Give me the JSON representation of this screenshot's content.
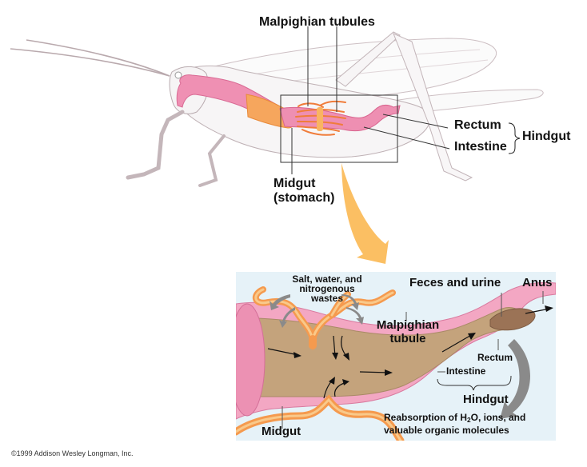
{
  "figure": {
    "title": "Grasshopper excretory system: Malpighian tubules",
    "copyright": "©1999 Addison Wesley Longman, Inc.",
    "colors": {
      "gut_pink": "#ee8fb2",
      "gut_pink_dark": "#d95f8c",
      "tubule_orange": "#f59a4e",
      "tubule_light": "#f9c98a",
      "arrow_orange": "#fbbf63",
      "panel_bg": "#e6f2f8",
      "gut_contents": "#b89a72",
      "reabsorption_arrow": "#8a8a8a",
      "outline": "#333333"
    }
  },
  "overview": {
    "labels": {
      "malpighian_tubules": "Malpighian tubules",
      "rectum": "Rectum",
      "intestine": "Intestine",
      "hindgut": "Hindgut",
      "midgut_line1": "Midgut",
      "midgut_line2": "(stomach)"
    }
  },
  "detail": {
    "labels": {
      "salt_line1": "Salt, water, and",
      "salt_line2": "nitrogenous",
      "salt_line3": "wastes",
      "feces_urine": "Feces and urine",
      "anus": "Anus",
      "malpighian_line1": "Malpighian",
      "malpighian_line2": "tubule",
      "rectum": "Rectum",
      "intestine": "Intestine",
      "hindgut": "Hindgut",
      "midgut": "Midgut",
      "reabsorption_pre": "Reabsorption of H",
      "reabsorption_sub": "2",
      "reabsorption_post": "O, ions, and",
      "reabsorption_line2": "valuable organic molecules"
    }
  }
}
